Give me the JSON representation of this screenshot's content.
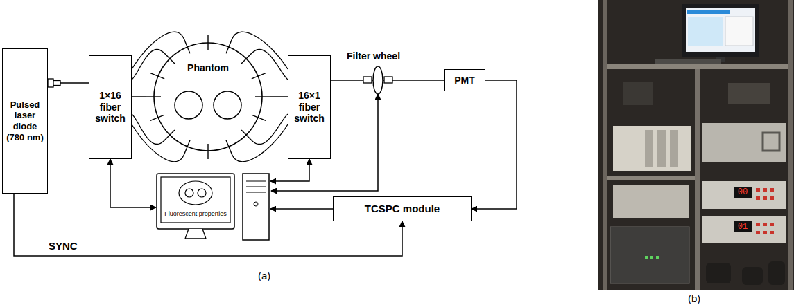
{
  "diagram": {
    "nodes": [
      {
        "text": [
          "Pulsed laser diode (780 nm)"
        ]
      },
      {
        "text": [
          "1×16 fiber switch"
        ]
      },
      {
        "text": [
          "Phantom"
        ]
      },
      {
        "text": [
          "16×1 fiber switch"
        ]
      },
      {
        "text": [
          "PMT"
        ]
      },
      {
        "text": [
          "Fluorescent properties"
        ]
      },
      {
        "text": [
          "TCSPC module"
        ]
      }
    ],
    "edges": [
      {
        "from": 0,
        "to": 1,
        "arrow": "none"
      },
      {
        "from": 1,
        "to": 2,
        "arrow": "none"
      },
      {
        "from": 2,
        "to": 3,
        "arrow": "none"
      },
      {
        "from": 3,
        "to": 4,
        "arrow": "none"
      },
      {
        "from": 4,
        "to": 6,
        "arrow": "to"
      },
      {
        "from": 0,
        "to": 6,
        "arrow": "to",
        "label": "SYNC"
      },
      {
        "from": 1,
        "to": 5,
        "arrow": "both"
      },
      {
        "from": 3,
        "to": 5,
        "arrow": "both"
      },
      {
        "from": 6,
        "to": 5,
        "arrow": "to"
      }
    ],
    "labels": [
      "Filter wheel",
      "(a)",
      "(b)",
      "00",
      "01"
    ]
  }
}
